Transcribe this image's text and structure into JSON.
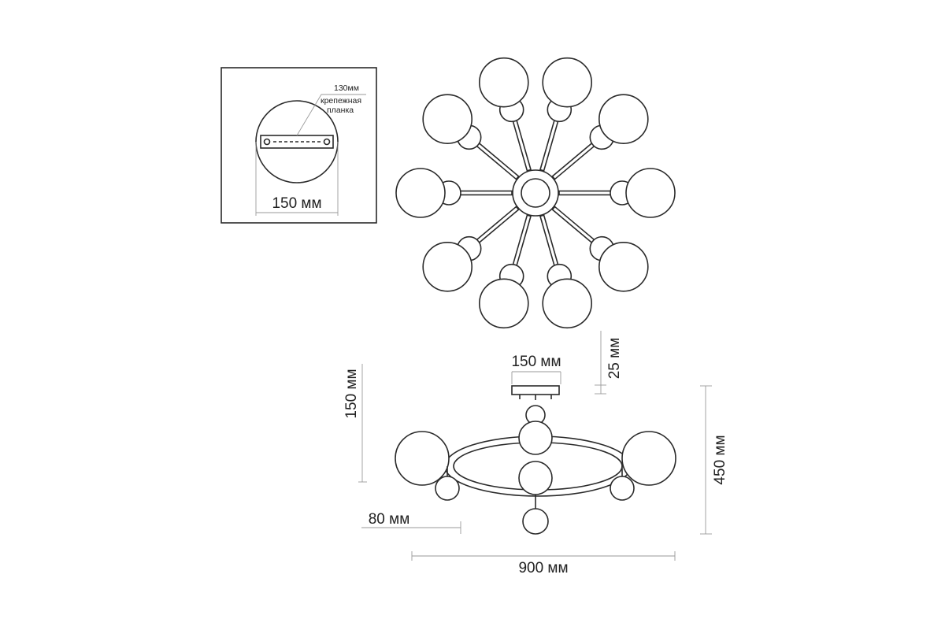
{
  "inset": {
    "bracket_label": "130мм",
    "bracket_caption_1": "крепежная",
    "bracket_caption_2": "планка",
    "base_diameter_label": "150 мм"
  },
  "side_view": {
    "canopy_width_label": "150 мм",
    "canopy_height_label": "25 мм",
    "rod_height_label": "150 мм",
    "total_height_label": "450 мм",
    "arm_offset_label": "80 мм",
    "total_width_label": "900 мм"
  }
}
